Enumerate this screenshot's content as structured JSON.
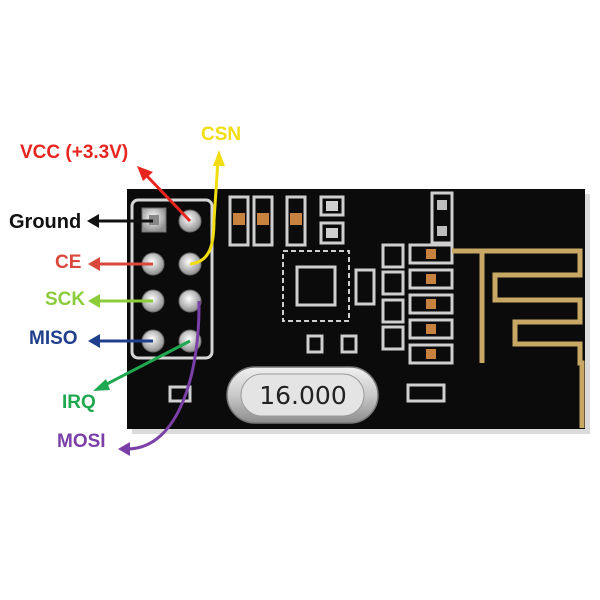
{
  "labels": {
    "vcc": "VCC (+3.3V)",
    "csn": "CSN",
    "ground": "Ground",
    "ce": "CE",
    "sck": "SCK",
    "miso": "MISO",
    "irq": "IRQ",
    "mosi": "MOSI"
  },
  "crystal": {
    "text": "16.000"
  },
  "colors": {
    "vcc": "#e8251f",
    "csn": "#f2de10",
    "ground": "#111111",
    "ce": "#d9473d",
    "sck": "#8ccc3a",
    "miso": "#1f3f8c",
    "irq": "#1fa84f",
    "mosi": "#7b3fa8",
    "board": "#0b0b0b",
    "pad": "#c9c9c9",
    "antenna": "#c9a865"
  }
}
